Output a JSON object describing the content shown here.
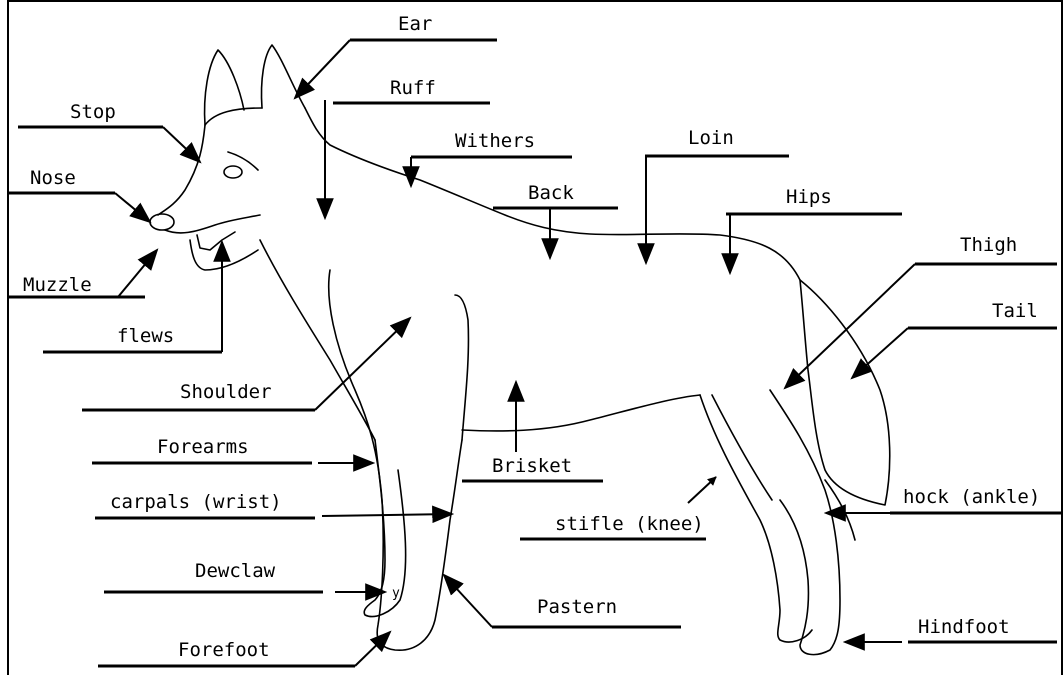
{
  "labels": {
    "ear": "Ear",
    "ruff": "Ruff",
    "stop": "Stop",
    "withers": "Withers",
    "loin": "Loin",
    "nose": "Nose",
    "back": "Back",
    "hips": "Hips",
    "thigh": "Thigh",
    "muzzle": "Muzzle",
    "tail": "Tail",
    "flews": "flews",
    "shoulder": "Shoulder",
    "forearms": "Forearms",
    "brisket": "Brisket",
    "hock": "hock (ankle)",
    "carpals": "carpals (wrist)",
    "stifle": "stifle (knee)",
    "dewclaw": "Dewclaw",
    "pastern": "Pastern",
    "hindfoot": "Hindfoot",
    "forefoot": "Forefoot"
  }
}
